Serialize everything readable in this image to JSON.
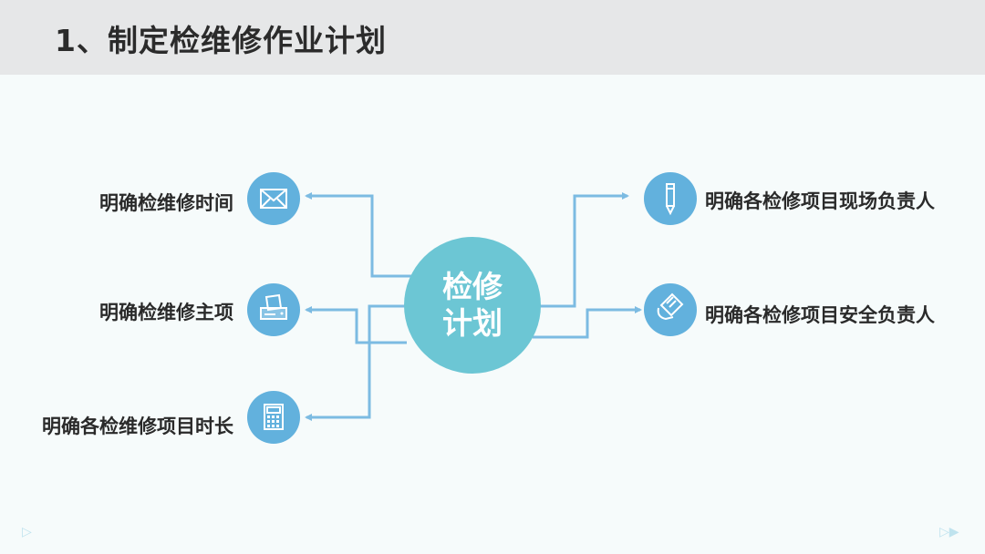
{
  "header": {
    "title": "1、制定检维修作业计划"
  },
  "center": {
    "line1": "检修",
    "line2": "计划"
  },
  "nodes": {
    "left": [
      {
        "label": "明确检维修时间",
        "icon": "envelope-icon"
      },
      {
        "label": "明确检维修主项",
        "icon": "printer-icon"
      },
      {
        "label": "明确各检维修项目时长",
        "icon": "calculator-icon"
      }
    ],
    "right": [
      {
        "label": "明确各检修项目现场负责人",
        "icon": "pencil-icon"
      },
      {
        "label": "明确各检修项目安全负责人",
        "icon": "document-icon"
      }
    ]
  },
  "colors": {
    "circle": "#6cc6d4",
    "node": "#62b1dd",
    "connector": "#7cbbe2",
    "header_bg": "#e6e7e8"
  }
}
